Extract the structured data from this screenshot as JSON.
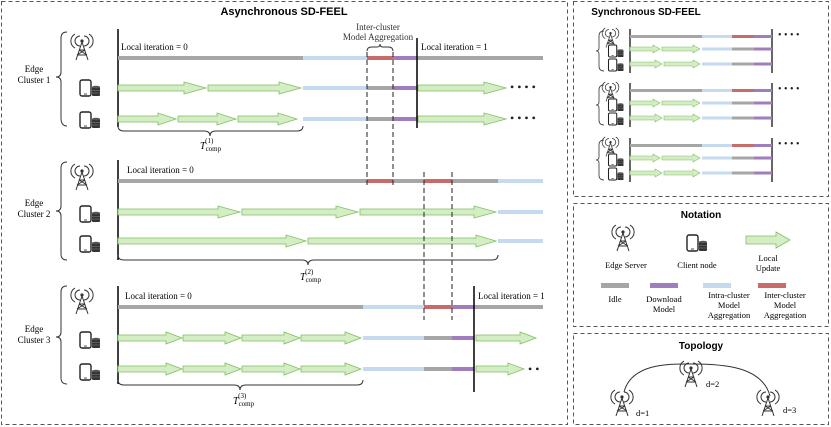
{
  "colors": {
    "idle": "#a6a6a6",
    "download": "#a07dbd",
    "intra": "#c5d9ef",
    "inter": "#c96b6b",
    "update_fill": "#d4edc4",
    "update_stroke": "#80bf62",
    "frame": "#555555"
  },
  "async": {
    "title": "Asynchronous SD-FEEL",
    "inter_label_1": "Inter-cluster",
    "inter_label_2": "Model Aggregation",
    "clusters": [
      {
        "label_1": "Edge",
        "label_2": "Cluster 1",
        "iter_start": "Local iteration = 0",
        "iter_next": "Local iteration = 1",
        "tcomp_base": "T",
        "tcomp_sup": "(1)",
        "tcomp_sub": "comp"
      },
      {
        "label_1": "Edge",
        "label_2": "Cluster 2",
        "iter_start": "Local iteration = 0",
        "iter_next": "",
        "tcomp_base": "T",
        "tcomp_sup": "(2)",
        "tcomp_sub": "comp"
      },
      {
        "label_1": "Edge",
        "label_2": "Cluster 3",
        "iter_start": "Local iteration = 0",
        "iter_next": "Local iteration = 1",
        "tcomp_base": "T",
        "tcomp_sup": "(3)",
        "tcomp_sub": "comp"
      }
    ]
  },
  "sync": {
    "title": "Synchronous SD-FEEL"
  },
  "notation": {
    "title": "Notation",
    "edge_server": "Edge Server",
    "client_node": "Client node",
    "local_update_1": "Local",
    "local_update_2": "Update",
    "idle": "Idle",
    "download_1": "Download",
    "download_2": "Model",
    "intra_1": "Intra-cluster",
    "intra_2": "Model",
    "intra_3": "Aggregation",
    "inter_1": "Inter-cluster",
    "inter_2": "Model",
    "inter_3": "Aggregation"
  },
  "topology": {
    "title": "Topology",
    "d1": "d=1",
    "d2": "d=2",
    "d3": "d=3"
  }
}
